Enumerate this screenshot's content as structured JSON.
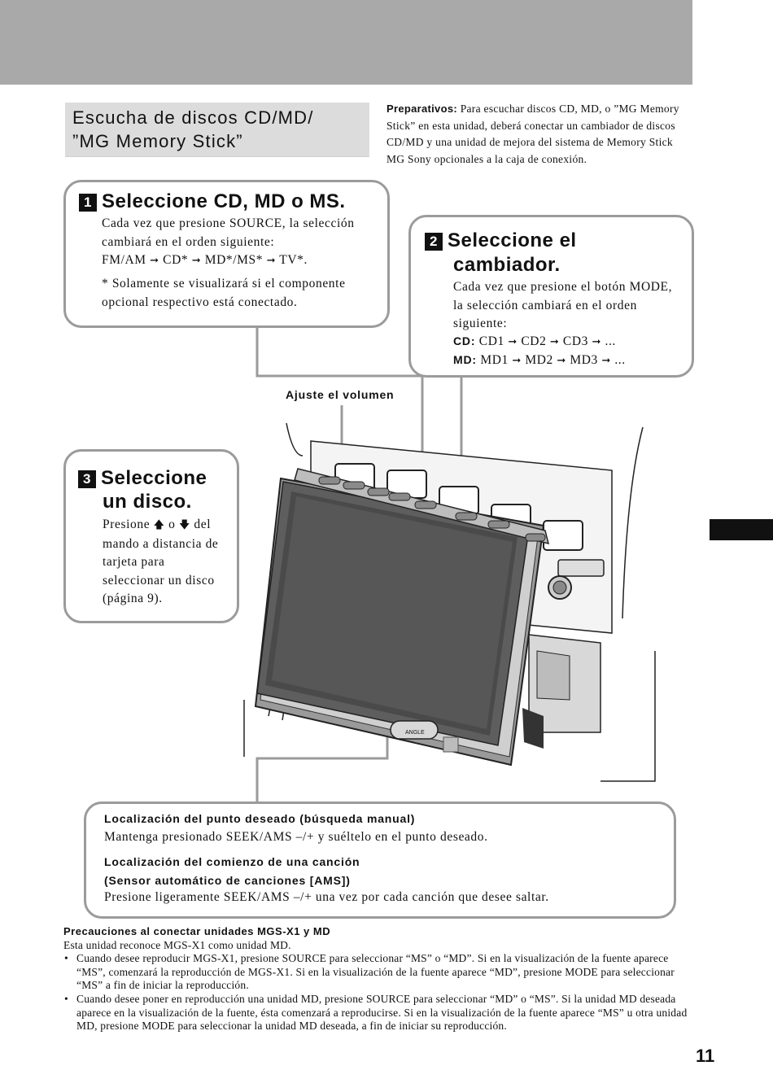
{
  "header": {
    "title_line1": "Escucha de discos CD/MD/",
    "title_line2": "”MG Memory Stick”"
  },
  "preparation": {
    "label": "Preparativos:",
    "text": "Para escuchar discos CD, MD, o ”MG Memory Stick” en esta unidad, deberá conectar un cambiador de discos CD/MD y una unidad de mejora del sistema de Memory Stick MG Sony opcionales a la caja de conexión."
  },
  "step1": {
    "number": "1",
    "title": "Seleccione CD, MD o MS.",
    "text": "Cada vez que presione SOURCE, la selección cambiará en el orden siguiente:",
    "sequence": [
      "FM/AM",
      "CD*",
      "MD*/MS*",
      "TV*."
    ],
    "note": "* Solamente se visualizará si el componente opcional respectivo está conectado."
  },
  "step2": {
    "number": "2",
    "title_line1": "Seleccione el",
    "title_line2": "cambiador.",
    "text": "Cada vez que presione el botón MODE, la selección cambiará en el orden siguiente:",
    "cd_label": "CD:",
    "cd_sequence": [
      "CD1",
      "CD2",
      "CD3",
      "..."
    ],
    "md_label": "MD:",
    "md_sequence": [
      "MD1",
      "MD2",
      "MD3",
      "..."
    ]
  },
  "step3": {
    "number": "3",
    "title_line1": "Seleccione",
    "title_line2": "un disco.",
    "text_before": "Presione",
    "text_mid": "o",
    "text_after": "del mando a distancia de tarjeta para seleccionar un disco (página 9).",
    "up_icon": "up-arrow-icon",
    "down_icon": "down-arrow-icon"
  },
  "volume_label": "Ajuste el volumen",
  "device": {
    "angle_label": "ANGLE"
  },
  "seek_box": {
    "heading1": "Localización del punto deseado (búsqueda manual)",
    "text1": "Mantenga presionado SEEK/AMS –/+ y suéltelo en el punto deseado.",
    "heading2_line1": "Localización del comienzo de una canción",
    "heading2_line2": "(Sensor automático de canciones [AMS])",
    "text2": "Presione ligeramente SEEK/AMS –/+ una vez por cada canción que desee saltar."
  },
  "notes": {
    "heading": "Precauciones al conectar unidades MGS-X1 y MD",
    "intro": "Esta unidad reconoce MGS-X1 como unidad MD.",
    "bullets": [
      "Cuando desee reproducir MGS-X1, presione SOURCE para seleccionar “MS” o “MD”.  Si en la visualización de la fuente aparece “MS”, comenzará la reproducción de MGS-X1.  Si en la visualización de la fuente aparece “MD”, presione MODE para seleccionar “MS” a fin de iniciar la reproducción.",
      "Cuando desee poner en reproducción una unidad MD, presione SOURCE para seleccionar “MD” o “MS”.  Si la unidad MD deseada aparece en la visualización de la fuente, ésta comenzará a reproducirse.  Si en la visualización de la fuente aparece “MS” u otra unidad MD, presione MODE para seleccionar la unidad MD deseada, a fin de iniciar su reproducción."
    ]
  },
  "page_number": "11",
  "colors": {
    "top_bar": "#a9a9a9",
    "title_box": "#dcdcdc",
    "callout_border": "#9b9b9b",
    "section_tab": "#111111"
  }
}
